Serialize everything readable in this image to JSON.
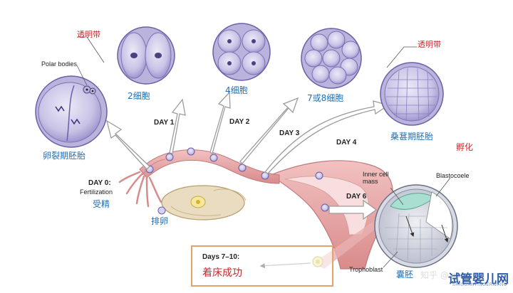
{
  "labels": {
    "zona_1": "透明带",
    "polar_bodies": "Polar bodies",
    "two_cell": "2细胞",
    "four_cell": "4细胞",
    "seven_eight_cell": "7或8细胞",
    "zona_2": "透明带",
    "cleavage_embryo": "卵裂期胚胎",
    "morula": "桑葚期胚胎",
    "hatching": "孵化",
    "day1": "DAY 1",
    "day2": "DAY 2",
    "day3": "DAY 3",
    "day4": "DAY 4",
    "day0": "DAY 0:",
    "fertilization": "Fertilization",
    "fertilization_cn": "受精",
    "ovulation": "排卵",
    "day6": "DAY 6",
    "inner_cell_mass": "Inner cell mass",
    "blastocoele": "Blastocoele",
    "trophoblast": "Trophoblast",
    "blastocyst_cn": "囊胚",
    "day7_10": "Days 7–10:",
    "implantation": "着床成功"
  },
  "watermark": {
    "text": "知乎 @xiaoh..."
  },
  "logo": {
    "brand": "试管婴儿网",
    "url": "SHIGUANYINGERWANG"
  },
  "colors": {
    "cell_fill": "#c9c4e6",
    "cell_edge": "#6a5fa8",
    "label_blue": "#1f6fb5",
    "label_red": "#c8282b",
    "tube_pink": "#e3a0a0",
    "box_border": "#e2a36a"
  }
}
